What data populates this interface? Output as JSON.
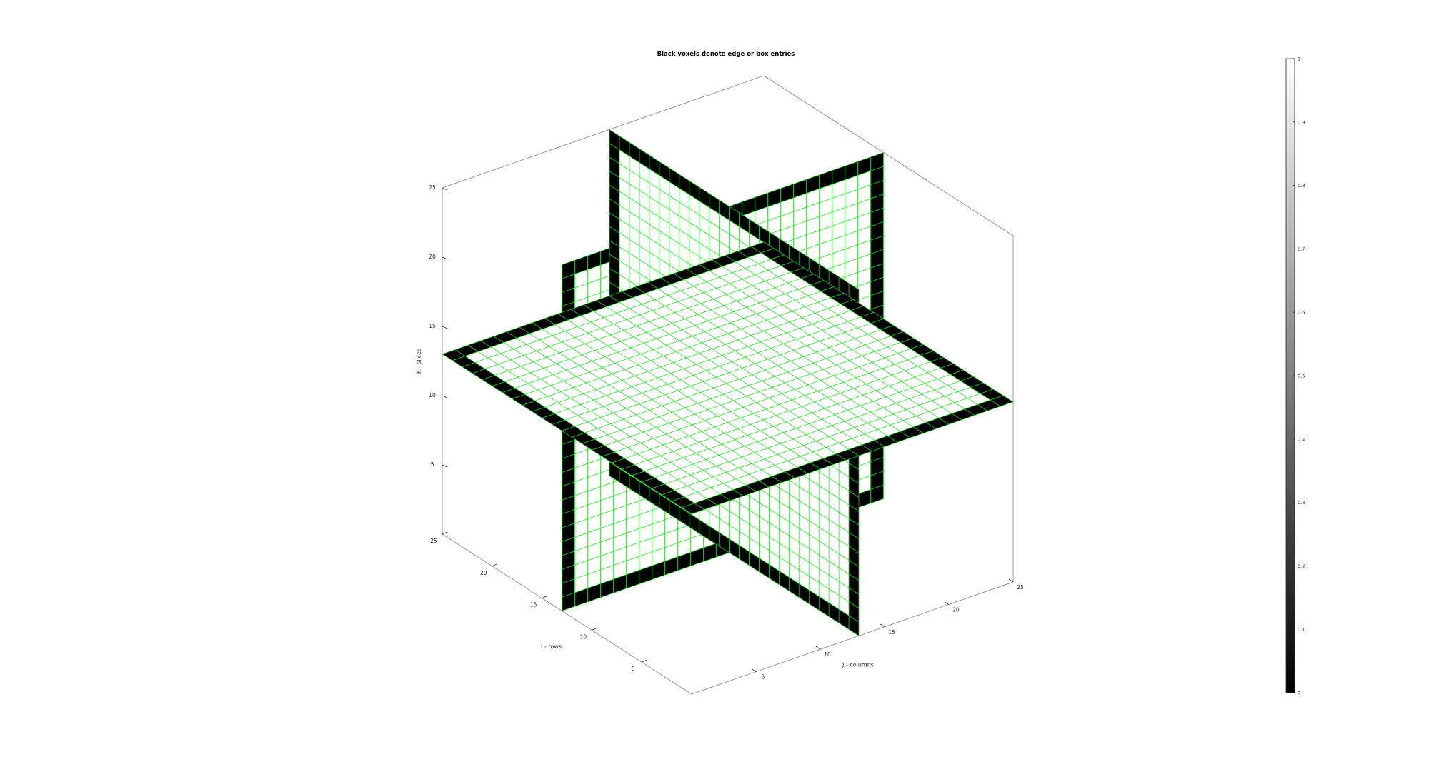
{
  "chart_data": {
    "type": "voxel-3d",
    "title": "Black voxels denote edge or box entries",
    "xlabel": "J - columns",
    "ylabel": "I - rows",
    "zlabel": "K - slices",
    "xlim": [
      0,
      25
    ],
    "ylim": [
      0,
      25
    ],
    "zlim": [
      0,
      25
    ],
    "xticks": [
      5,
      10,
      15,
      20,
      25
    ],
    "yticks": [
      5,
      10,
      15,
      20,
      25
    ],
    "zticks": [
      5,
      10,
      15,
      20,
      25
    ],
    "grid": true,
    "slices": [
      {
        "axis": "I",
        "index": 13,
        "extent": [
          0,
          25
        ],
        "edge_width": 1
      },
      {
        "axis": "J",
        "index": 13,
        "extent": [
          0,
          25
        ],
        "edge_width": 1
      },
      {
        "axis": "K",
        "index": 13,
        "extent": [
          0,
          25
        ],
        "edge_width": 1
      }
    ],
    "edge_color": "#000000",
    "face_color": "#ffffff",
    "voxel_line_color": "#21e021",
    "colorbar": {
      "ticks": [
        0,
        0.1,
        0.2,
        0.3,
        0.4,
        0.5,
        0.6,
        0.7,
        0.8,
        0.9,
        1
      ],
      "tick_labels": [
        "0",
        "0.1",
        "0.2",
        "0.3",
        "0.4",
        "0.5",
        "0.6",
        "0.7",
        "0.8",
        "0.9",
        "1"
      ],
      "colormap": "gray",
      "range": [
        0,
        1
      ]
    }
  }
}
